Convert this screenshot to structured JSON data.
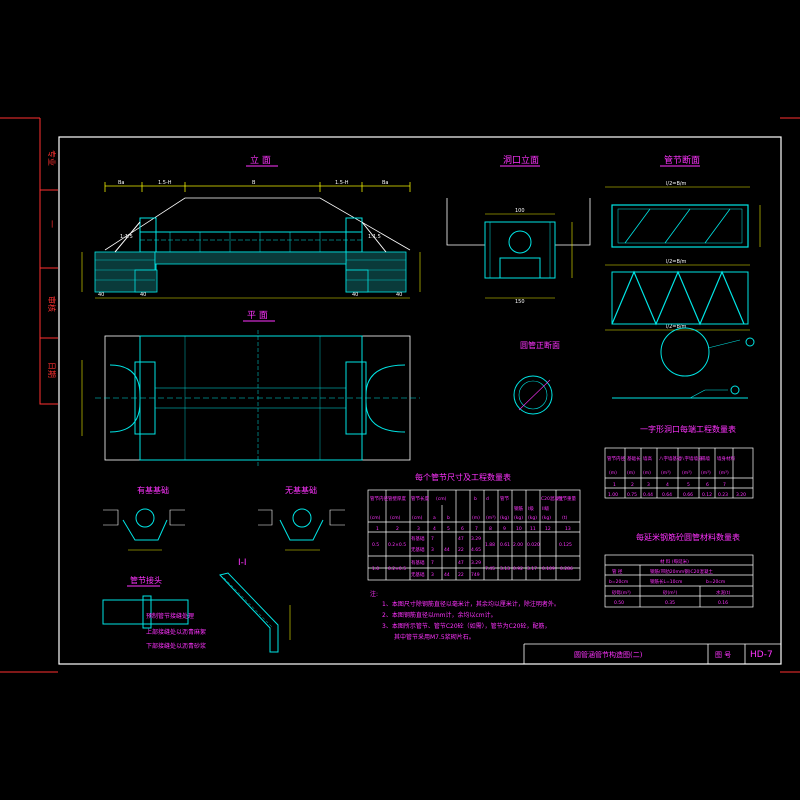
{
  "colors": {
    "background": "#000000",
    "frame": "#ffffff",
    "line": "#00e5e5",
    "text": "#ff33ff",
    "dim": "#f0f000",
    "border": "#ff3030"
  },
  "left_strip": [
    "专业",
    "一",
    "审核",
    "日期"
  ],
  "views": {
    "elevation": "立 面",
    "inlet_elevation": "洞口立面",
    "plan": "平 面",
    "pipe_section": "管节断面",
    "round_pipe": "圆管正断面",
    "foundation_a": "有基基础",
    "foundation_b": "无基基础",
    "joint": "管节接头",
    "section_ii": "Ⅰ-Ⅰ"
  },
  "dims": {
    "top_a": "Ba",
    "top_b": "1.5-H",
    "top_c": "B",
    "top_d": "1.5-H",
    "top_e": "Ba",
    "slope": "1:1.5",
    "label_40": "40",
    "label_100": "100",
    "label_150": "150",
    "pipe_len": "l/2=B/m",
    "label_l": "l"
  },
  "joint_notes": [
    "预制管节接缝处理",
    "上部接缝处以沥青麻絮",
    "下部接缝处以沥青砂浆"
  ],
  "table_pipe": {
    "title": "每个管节尺寸及工程数量表",
    "headers": [
      "管节内径",
      "管壁厚度",
      "管节长度",
      "(cm)",
      "b",
      "d",
      "管节",
      "C20混凝土",
      "钢筋",
      "I级",
      "II级",
      "每节重量"
    ],
    "header_row2": [
      "(cm)",
      "(cm)",
      "(cm)",
      "a",
      "b",
      "(m)",
      "(m³)",
      "(kg)",
      "(kg)",
      "(kg)",
      "(kg)",
      "(t)"
    ],
    "index_row": [
      "1",
      "2",
      "3",
      "4",
      "5",
      "6",
      "7",
      "8",
      "9",
      "10",
      "11",
      "12",
      "13"
    ],
    "rows": [
      [
        "0.5",
        "0.2×0.5",
        "有基础",
        "7",
        "",
        "47",
        "3.29",
        "",
        "",
        "",
        "",
        "",
        ""
      ],
      [
        "",
        "",
        "无基础",
        "3",
        "44",
        "22",
        "4.65",
        "1.88",
        "0.61",
        "2.00",
        "0.020",
        "0.125",
        ""
      ],
      [
        "1.0",
        "0.2×0.5",
        "有基础",
        "7",
        "",
        "47",
        "3.29",
        "",
        "",
        "",
        "",
        "",
        ""
      ],
      [
        "",
        "",
        "无基础",
        "3",
        "44",
        "22",
        "749",
        "7.45",
        "3.13",
        "0.92",
        "3.17",
        "0.109",
        "0.286"
      ]
    ]
  },
  "table_inlet": {
    "title": "一字形洞口每端工程数量表",
    "headers": [
      "管节内径",
      "基础长",
      "墙高",
      "八字墙基础",
      "八字墙墙身",
      "隔墙",
      "墙身材料"
    ],
    "header_units": [
      "(m)",
      "(m)",
      "(m)",
      "(m³)",
      "(m³)",
      "(m³)",
      "(m³)"
    ],
    "index_row": [
      "1",
      "2",
      "3",
      "4",
      "5",
      "6",
      "7"
    ],
    "values": [
      "1.00",
      "0.75",
      "0.44",
      "0.64",
      "0.66",
      "0.12",
      "0.23",
      "3.20"
    ]
  },
  "table_material": {
    "title": "每延米钢筋砼圆管材料数量表",
    "header": "材 料 (每延米)",
    "row1": [
      "管 径",
      "钢筋(带肋20mm钢)C20混凝土",
      ""
    ],
    "row2": [
      "b=20cm",
      "钢筋长L=10cm",
      "b=20cm"
    ],
    "row3": [
      "砂砾(m³)",
      "砂(m³)",
      "水泥(t)"
    ],
    "row4": [
      "0.50",
      "0.35",
      "0.16"
    ]
  },
  "notes": {
    "heading": "注:",
    "items": [
      "1、本图尺寸除钢筋直径以毫米计，其余均以厘米计，除注明者外。",
      "2、本图钢筋直径以mm计，余均以cm计。",
      "3、本图所示管节、管节C20砼（如需），管节为C20砼，配筋，",
      "　　其中管节采用M7.5浆砌片石。"
    ]
  },
  "title_block": {
    "name": "圆管涵管节构造图(二)",
    "label": "图 号",
    "number": "HD-7"
  }
}
